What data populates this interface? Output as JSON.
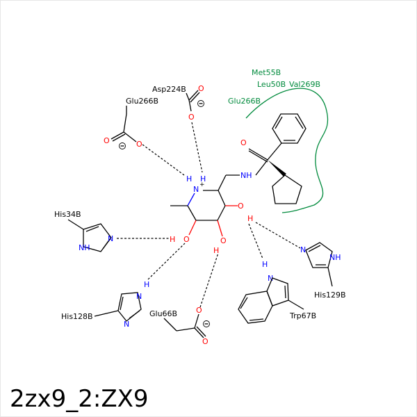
{
  "title": "2zx9_2:ZX9",
  "colors": {
    "nitrogen": "#0000ff",
    "oxygen": "#ff0000",
    "hydrophobic": "#008a3c",
    "carbon": "#000000"
  },
  "residues": {
    "asp224": "Asp224B",
    "glu266_top": "Glu266B",
    "his34": "His34B",
    "his128": "His128B",
    "glu66": "Glu66B",
    "his129": "His129B",
    "trp67": "Trp67B"
  },
  "hydrophobic_contacts": {
    "met55": "Met55B",
    "leu50": "Leu50B",
    "val269": "Val269B",
    "glu266": "Glu266B"
  },
  "atoms": {
    "o": "O",
    "n": "N",
    "h": "H",
    "nh": "NH",
    "plus": "+",
    "minus": "−"
  }
}
